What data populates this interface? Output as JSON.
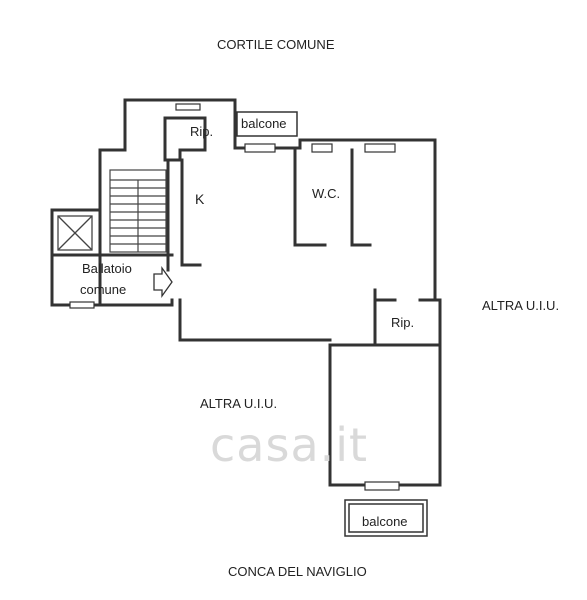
{
  "labels": {
    "top": "CORTILE COMUNE",
    "bottom": "CONCA DEL NAVIGLIO",
    "rip_top": "Rip.",
    "balcone_top": "balcone",
    "kitchen": "K",
    "wc": "W.C.",
    "ballatoio_1": "Ballatoio",
    "ballatoio_2": "comune",
    "rip_right": "Rip.",
    "altra_left": "ALTRA U.I.U.",
    "altra_right": "ALTRA U.I.U.",
    "balcone_bottom": "balcone"
  },
  "watermark": "casa.it"
}
